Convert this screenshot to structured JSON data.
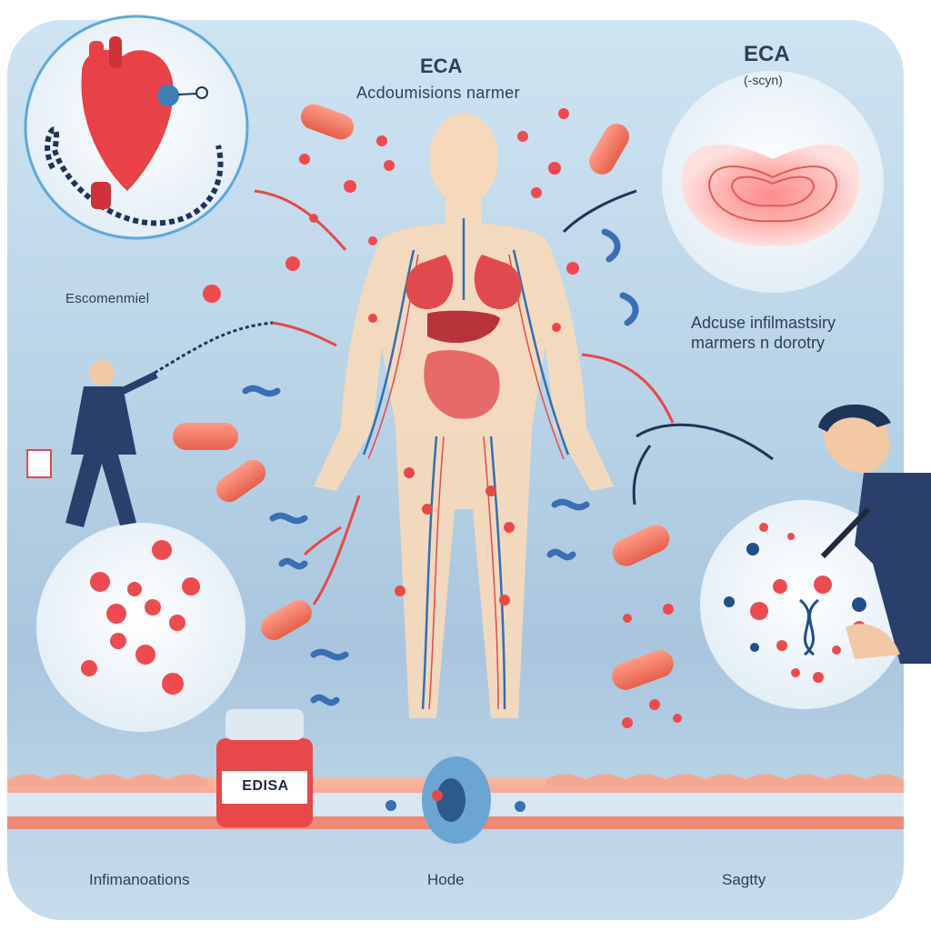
{
  "diagram": {
    "title_center": "ECA",
    "subtitle_center": "Acdoumisions narmer",
    "title_right": "ECA",
    "subtitle_right": "(-scyn)",
    "label_left": "Escomenmiel",
    "label_right_lines": [
      "Adcuse infilmastsiry",
      "marmers n dorotry"
    ],
    "jar_label": "EDISA",
    "footer": {
      "left": "Infimanoations",
      "middle": "Hode",
      "right": "Sagtty"
    }
  },
  "colors": {
    "background": "#b7d2e6",
    "accent_red": "#e8484a",
    "vessel_blue": "#2f6fb3",
    "skin": "#f6d9bc",
    "suit_navy": "#2a3f6b"
  },
  "icons": [
    "heart-icon",
    "body-figure",
    "pill-capsule",
    "blood-cell",
    "bacteria",
    "medicine-jar",
    "ring-donut",
    "magnifier-circle",
    "businessman-figure",
    "dna-strand"
  ]
}
